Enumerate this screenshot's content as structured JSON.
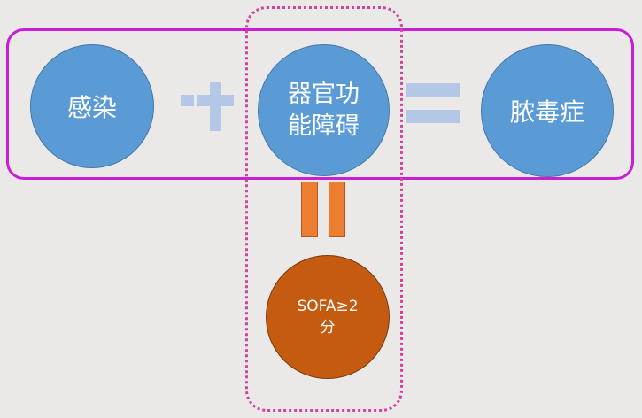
{
  "diagram": {
    "infection": "感染",
    "organ_dysfunction": "器官功\n能障碍",
    "sepsis": "脓毒症",
    "sofa": "SOFA≥2\n分"
  },
  "colors": {
    "background": "#ebe9e8",
    "circle_blue": "#5b9bd5",
    "circle_orange": "#c55a11",
    "operator_light": "#b4c7e7",
    "equals_orange": "#ed7d31",
    "row_frame": "#c81fd6",
    "column_frame": "#d0449a"
  }
}
